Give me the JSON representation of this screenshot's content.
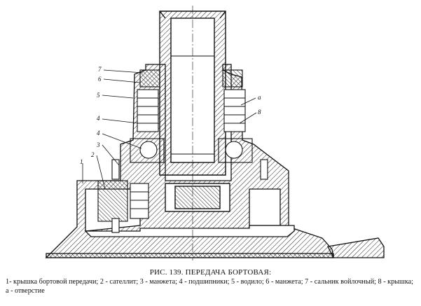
{
  "figure": {
    "title": "РИС. 139. ПЕРЕДАЧА БОРТОВАЯ:",
    "legend": "1- крышка бортовой передачи; 2 - сателлит; 3 - манжета; 4 - подшипники; 5 - водило; 6 - манжета; 7 - сальник войлочный; 8 - крышка; а - отверстие",
    "callouts": [
      "1",
      "2",
      "3",
      "4",
      "4",
      "5",
      "6",
      "7",
      "8",
      "а"
    ]
  }
}
